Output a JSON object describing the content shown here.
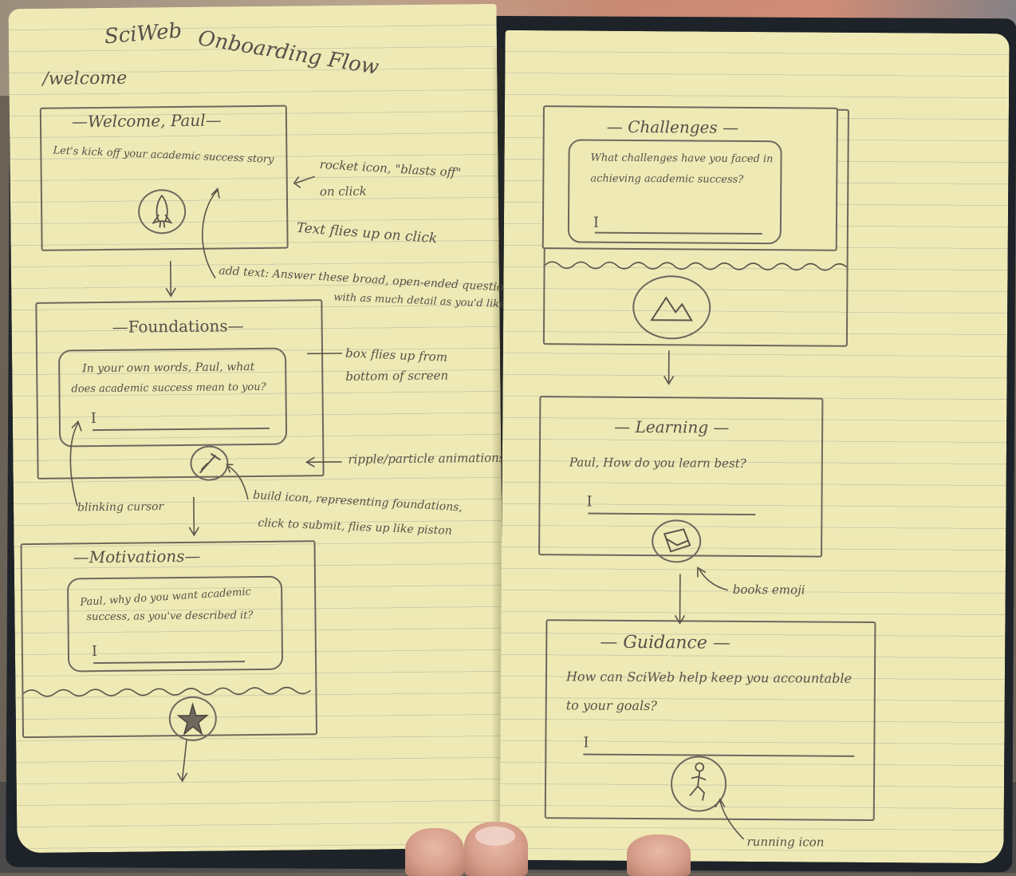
{
  "title": {
    "left": "SciWeb",
    "right": "Onboarding Flow"
  },
  "left_page": {
    "route": "/welcome",
    "welcome": {
      "heading": "—Welcome, Paul—",
      "body": "Let's kick off your academic success story",
      "icon": "rocket-icon"
    },
    "notes": {
      "rocket": "rocket icon, \"blasts off\"",
      "rocket2": "on click",
      "text_flies": "Text flies up on click",
      "add_text": "add text: Answer these broad, open-ended questions",
      "add_text2": "with as much detail as you'd like",
      "box_flies": "box flies up from",
      "box_flies2": "bottom of screen",
      "ripple": "ripple/particle animations",
      "blinking": "blinking cursor",
      "build_icon": "build icon, representing foundations,",
      "build_icon2": "click to submit, flies up like piston"
    },
    "foundations": {
      "heading": "—Foundations—",
      "question_line1": "In your own words, Paul, what",
      "question_line2": "does academic success mean to you?",
      "cursor": "I",
      "icon": "build-icon"
    },
    "motivations": {
      "heading": "—Motivations—",
      "question_line1": "Paul, why do you want academic",
      "question_line2": "success, as you've described it?",
      "cursor": "I",
      "icon": "star-icon"
    }
  },
  "right_page": {
    "challenges": {
      "heading": "— Challenges —",
      "question_line1": "What challenges have you faced in",
      "question_line2": "achieving academic success?",
      "cursor": "I",
      "icon": "mountain-icon"
    },
    "learning": {
      "heading": "— Learning —",
      "question": "Paul, How do you learn best?",
      "cursor": "I",
      "icon": "books-icon",
      "note": "books emoji"
    },
    "guidance": {
      "heading": "— Guidance —",
      "question_line1": "How can SciWeb help keep you accountable",
      "question_line2": "to your goals?",
      "cursor": "I",
      "icon": "running-icon",
      "note": "running icon"
    }
  },
  "colors": {
    "paper": "#efeab5",
    "ink": "#5a554b",
    "cover": "#1d2328"
  }
}
